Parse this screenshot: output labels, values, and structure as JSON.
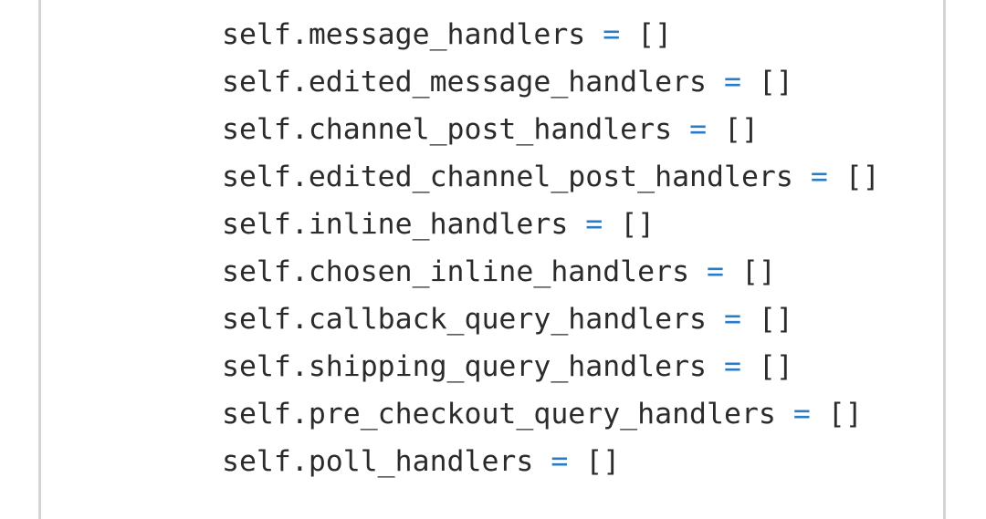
{
  "code": {
    "lines": [
      {
        "target": "self.message_handlers",
        "op": "=",
        "value": "[]"
      },
      {
        "target": "self.edited_message_handlers",
        "op": "=",
        "value": "[]"
      },
      {
        "target": "self.channel_post_handlers",
        "op": "=",
        "value": "[]"
      },
      {
        "target": "self.edited_channel_post_handlers",
        "op": "=",
        "value": "[]"
      },
      {
        "target": "self.inline_handlers",
        "op": "=",
        "value": "[]"
      },
      {
        "target": "self.chosen_inline_handlers",
        "op": "=",
        "value": "[]"
      },
      {
        "target": "self.callback_query_handlers",
        "op": "=",
        "value": "[]"
      },
      {
        "target": "self.shipping_query_handlers",
        "op": "=",
        "value": "[]"
      },
      {
        "target": "self.pre_checkout_query_handlers",
        "op": "=",
        "value": "[]"
      },
      {
        "target": "self.poll_handlers",
        "op": "=",
        "value": "[]"
      }
    ],
    "colors": {
      "text": "#2b2b2b",
      "operator": "#2a7cc7",
      "border": "#d4d4d4"
    }
  }
}
